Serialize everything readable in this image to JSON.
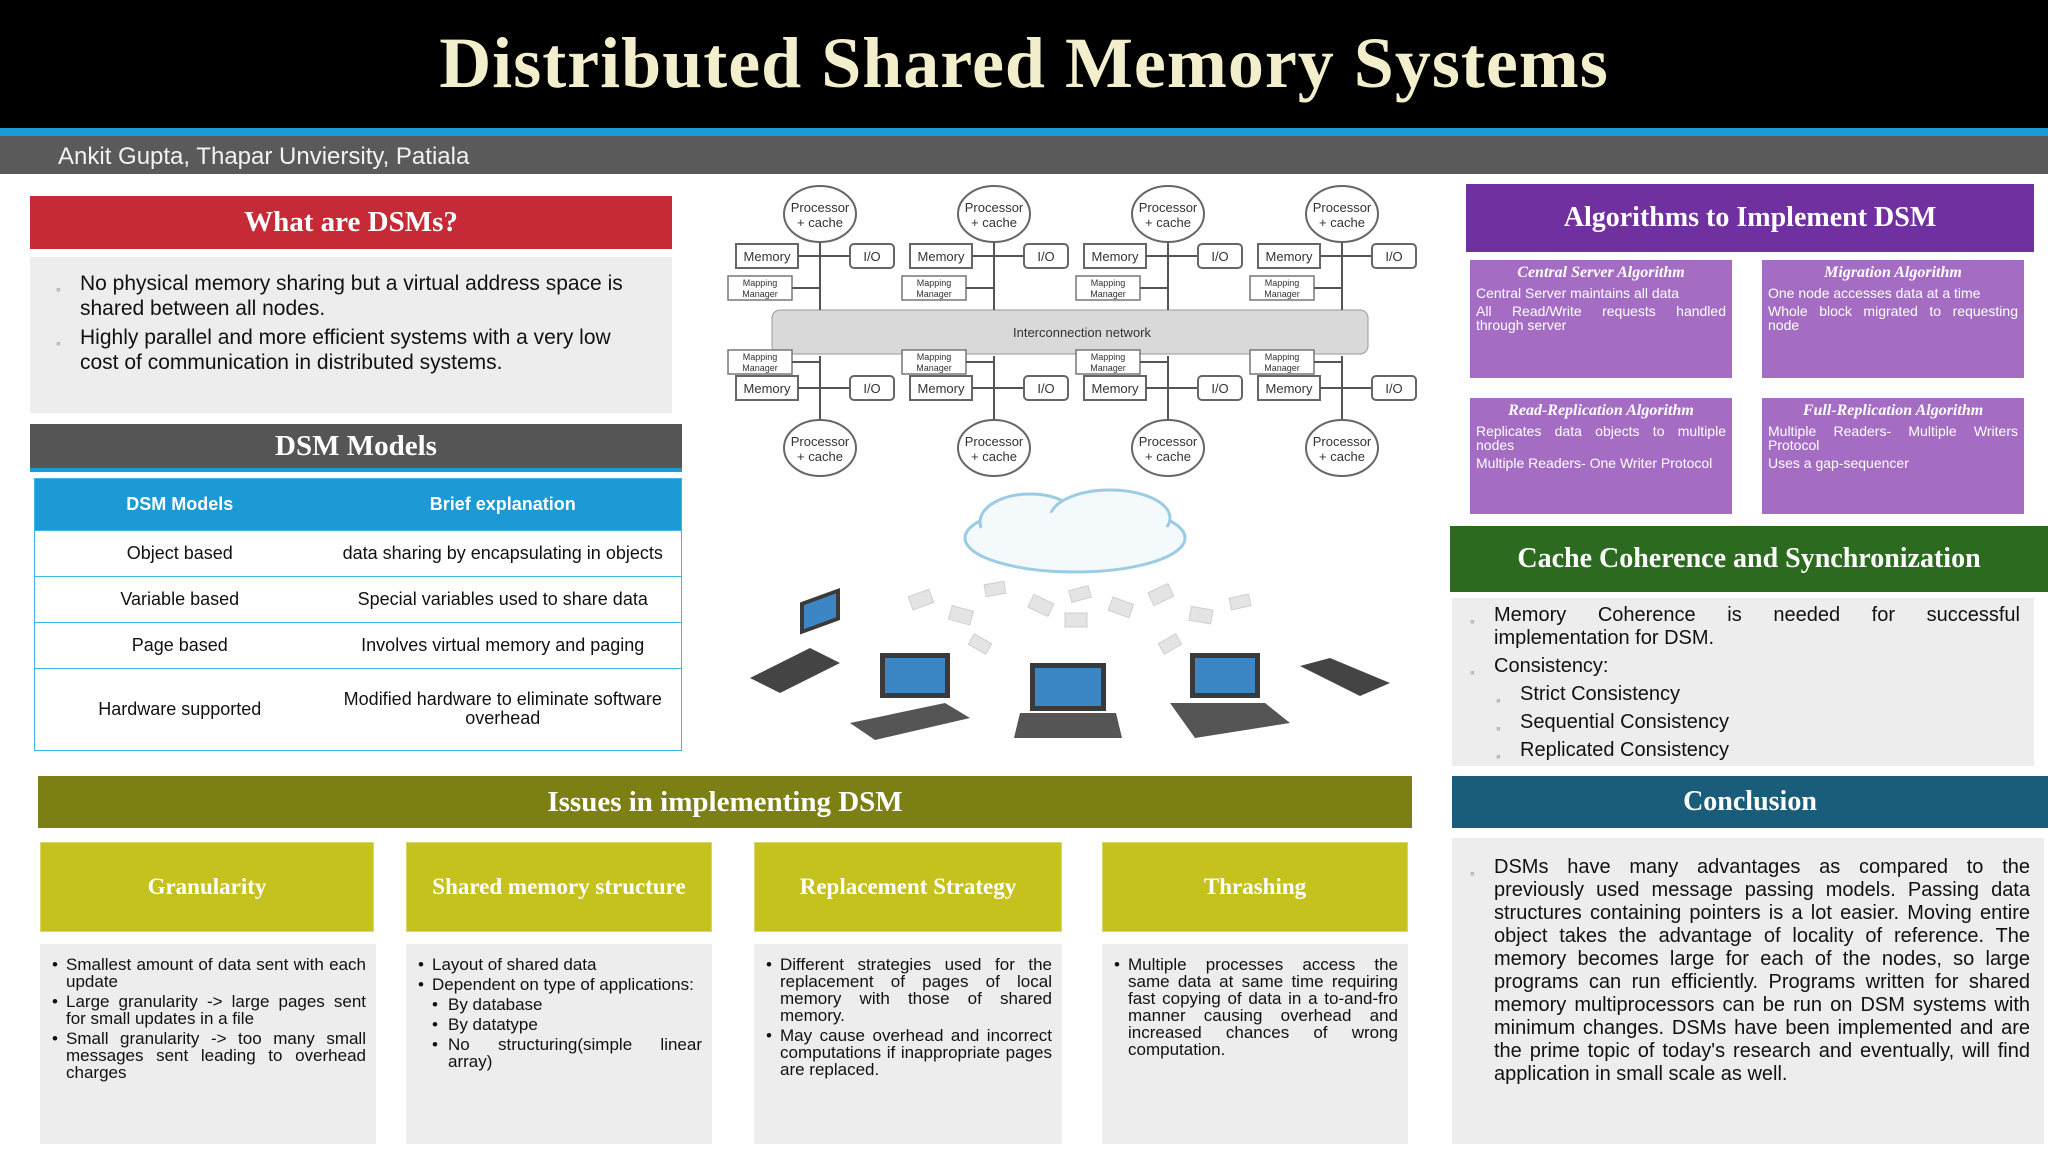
{
  "title": "Distributed Shared Memory Systems",
  "author": "Ankit Gupta, Thapar Unviersity, Patiala",
  "what": {
    "heading": "What are DSMs?",
    "bullets": [
      "No physical memory sharing but a virtual address space is shared between all nodes.",
      "Highly parallel and more efficient systems with a very low cost of communication in distributed systems."
    ]
  },
  "models": {
    "heading": "DSM Models",
    "columns": [
      "DSM Models",
      "Brief explanation"
    ],
    "rows": [
      [
        "Object based",
        "data sharing by encapsulating in objects"
      ],
      [
        "Variable based",
        "Special variables used to share data"
      ],
      [
        "Page based",
        "Involves virtual memory and paging"
      ],
      [
        "Hardware supported",
        "Modified hardware to eliminate software overhead"
      ]
    ]
  },
  "diagram": {
    "processor": "Processor",
    "cache": "+ cache",
    "memory": "Memory",
    "io": "I/O",
    "mapping1": "Mapping",
    "mapping2": "Manager",
    "network": "Interconnection network"
  },
  "algorithms": {
    "heading": "Algorithms to Implement DSM",
    "cards": [
      {
        "title": "Central Server Algorithm",
        "lines": [
          "Central Server maintains all data",
          "All Read/Write requests handled through server"
        ]
      },
      {
        "title": "Migration Algorithm",
        "lines": [
          "One node accesses data at a time",
          "Whole block migrated to requesting node"
        ]
      },
      {
        "title": "Read-Replication Algorithm",
        "lines": [
          "Replicates data objects to multiple nodes",
          "Multiple Readers- One Writer Protocol"
        ]
      },
      {
        "title": "Full-Replication Algorithm",
        "lines": [
          "Multiple Readers- Multiple Writers Protocol",
          "Uses a gap-sequencer"
        ]
      }
    ]
  },
  "cache": {
    "heading": "Cache Coherence and Synchronization",
    "bullets": [
      "Memory Coherence is needed for successful implementation for DSM.",
      "Consistency:"
    ],
    "sub": [
      "Strict Consistency",
      "Sequential Consistency",
      "Replicated Consistency"
    ]
  },
  "issues": {
    "heading": "Issues in implementing DSM",
    "items": [
      {
        "title": "Granularity",
        "bullets": [
          "Smallest amount of data sent with each update",
          "Large granularity -> large pages sent for small updates in a file",
          "Small granularity -> too many small messages sent leading to overhead charges"
        ]
      },
      {
        "title": "Shared memory structure",
        "bullets": [
          "Layout of shared data",
          "Dependent on type of applications:"
        ],
        "sub": [
          "By database",
          "By datatype",
          "No structuring(simple linear array)"
        ]
      },
      {
        "title": "Replacement Strategy",
        "bullets": [
          "Different strategies used for the replacement of pages of local memory with those of shared memory.",
          "May cause overhead and incorrect computations if inappropriate pages are replaced."
        ]
      },
      {
        "title": "Thrashing",
        "bullets": [
          "Multiple processes access the same data at same time requiring fast copying of data in a to-and-fro manner causing overhead and increased chances of wrong computation."
        ]
      }
    ]
  },
  "conclusion": {
    "heading": "Conclusion",
    "text": "DSMs have many advantages as compared to the previously used message passing models. Passing data structures containing pointers is a lot easier. Moving entire object takes the advantage of locality of reference. The memory becomes large for each of the nodes, so large programs can run efficiently. Programs written for shared memory multiprocessors can be run on DSM systems with minimum changes. DSMs have been implemented and are the prime topic of today's research and eventually, will find application in small scale as well."
  }
}
